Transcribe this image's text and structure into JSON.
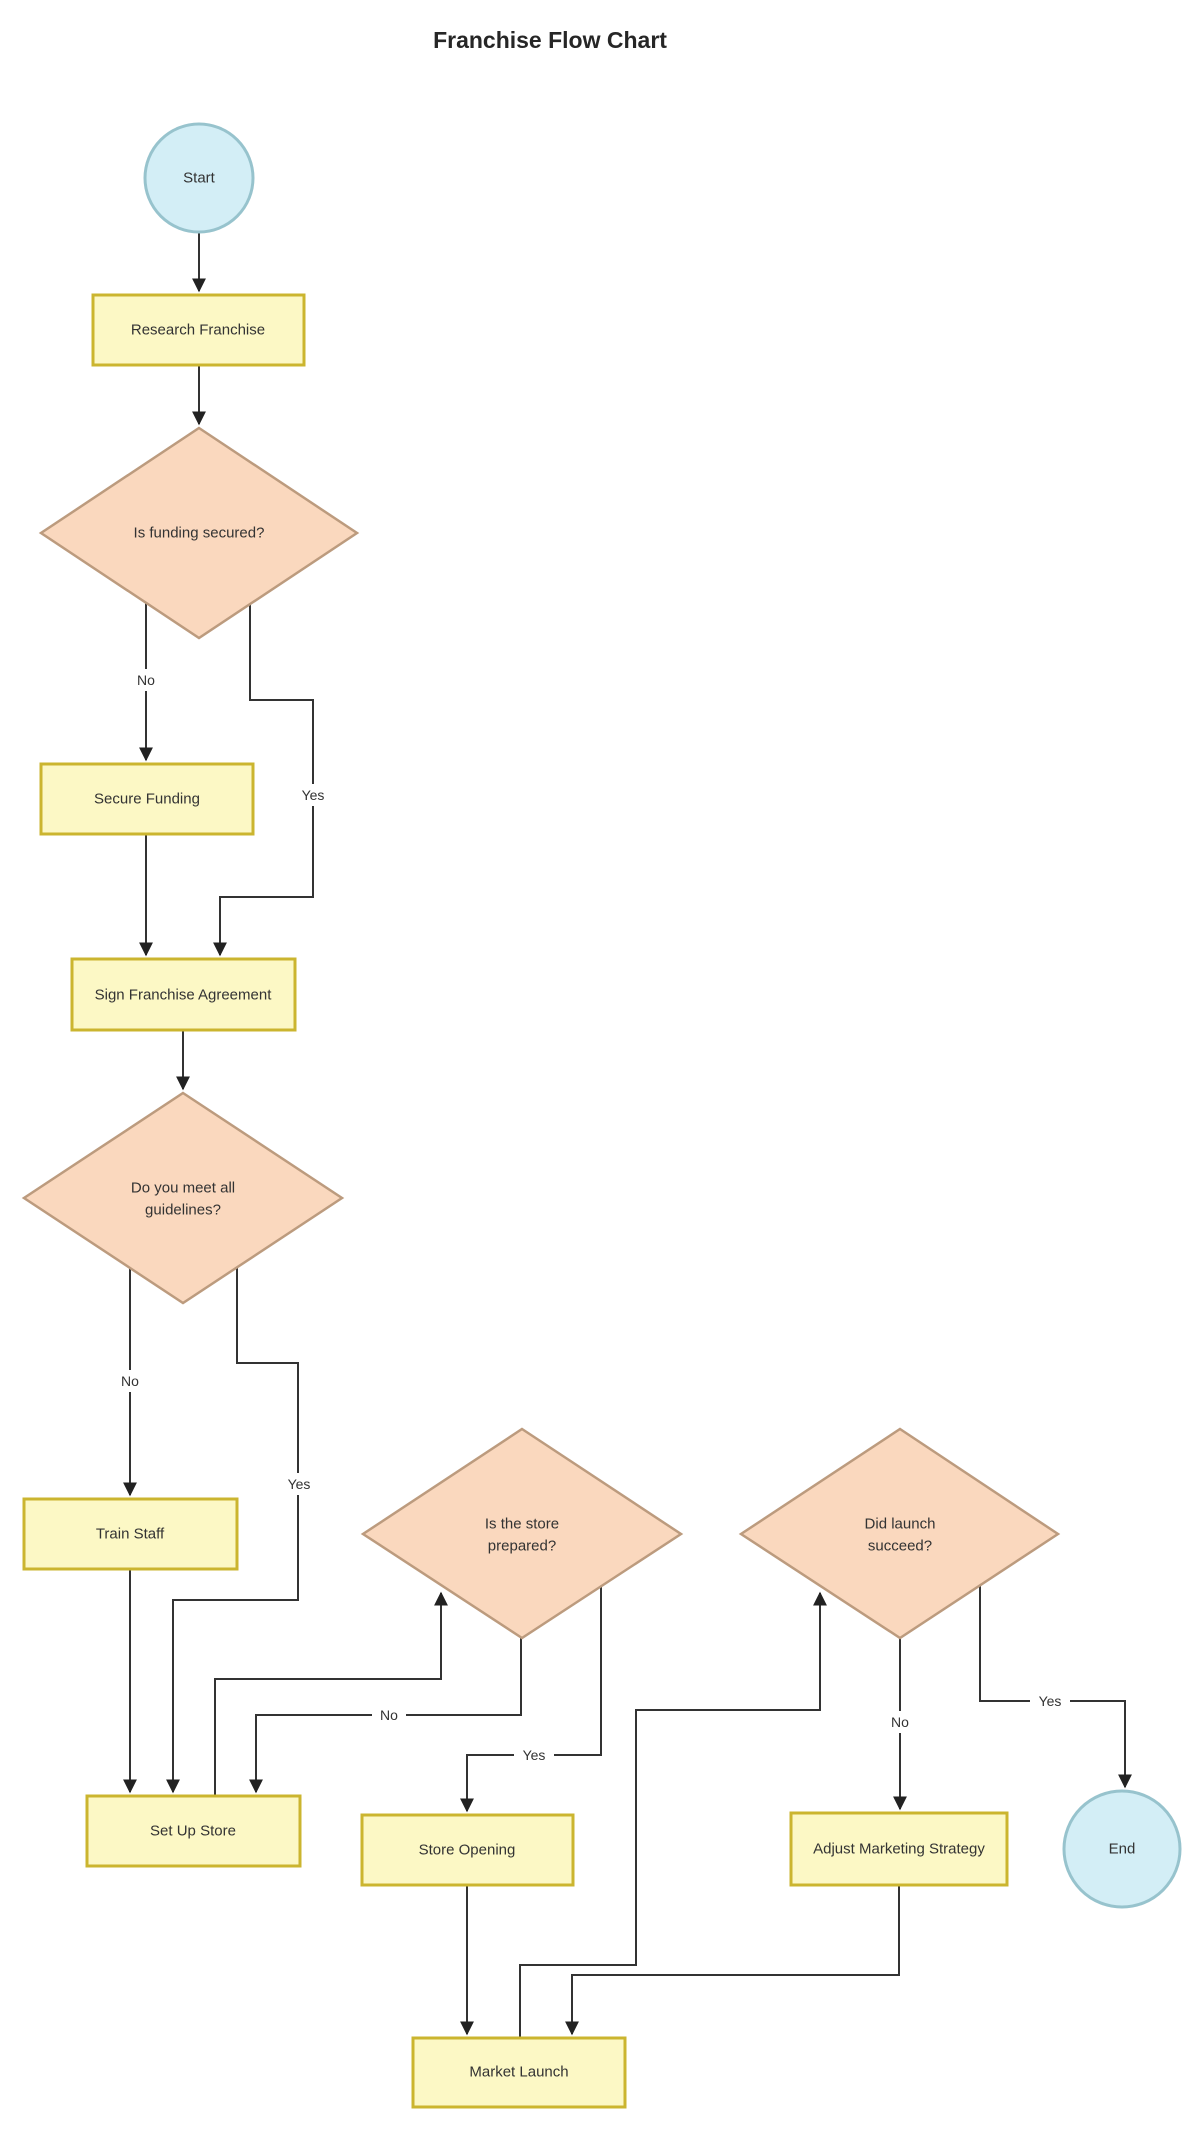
{
  "title": "Franchise Flow Chart",
  "nodes": {
    "start": {
      "label": "Start",
      "type": "terminal"
    },
    "research": {
      "label": "Research Franchise",
      "type": "process"
    },
    "funding": {
      "label": "Is funding secured?",
      "type": "decision"
    },
    "secure_funding": {
      "label": "Secure Funding",
      "type": "process"
    },
    "sign_agreement": {
      "label": "Sign Franchise Agreement",
      "type": "process"
    },
    "guidelines": {
      "line1": "Do you meet all",
      "line2": "guidelines?",
      "type": "decision"
    },
    "train_staff": {
      "label": "Train Staff",
      "type": "process"
    },
    "store_prepared": {
      "line1": "Is the store",
      "line2": "prepared?",
      "type": "decision"
    },
    "launch": {
      "line1": "Did launch",
      "line2": "succeed?",
      "type": "decision"
    },
    "setup_store": {
      "label": "Set Up Store",
      "type": "process"
    },
    "store_opening": {
      "label": "Store Opening",
      "type": "process"
    },
    "adjust_marketing": {
      "label": "Adjust Marketing Strategy",
      "type": "process"
    },
    "end": {
      "label": "End",
      "type": "terminal"
    },
    "market_launch": {
      "label": "Market Launch",
      "type": "process"
    }
  },
  "edge_labels": {
    "funding_no": "No",
    "funding_yes": "Yes",
    "guidelines_no": "No",
    "guidelines_yes": "Yes",
    "store_prepared_no": "No",
    "store_prepared_yes": "Yes",
    "launch_no": "No",
    "launch_yes": "Yes"
  },
  "colors": {
    "process_fill": "#FCF8C5",
    "process_stroke": "#CBB52F",
    "decision_fill": "#FAD8BE",
    "decision_stroke": "#BC9B7E",
    "terminal_fill": "#D3EEF6",
    "terminal_stroke": "#97C3CD",
    "edge_stroke": "#333333",
    "text": "#333333",
    "background": "#FFFFFF"
  }
}
